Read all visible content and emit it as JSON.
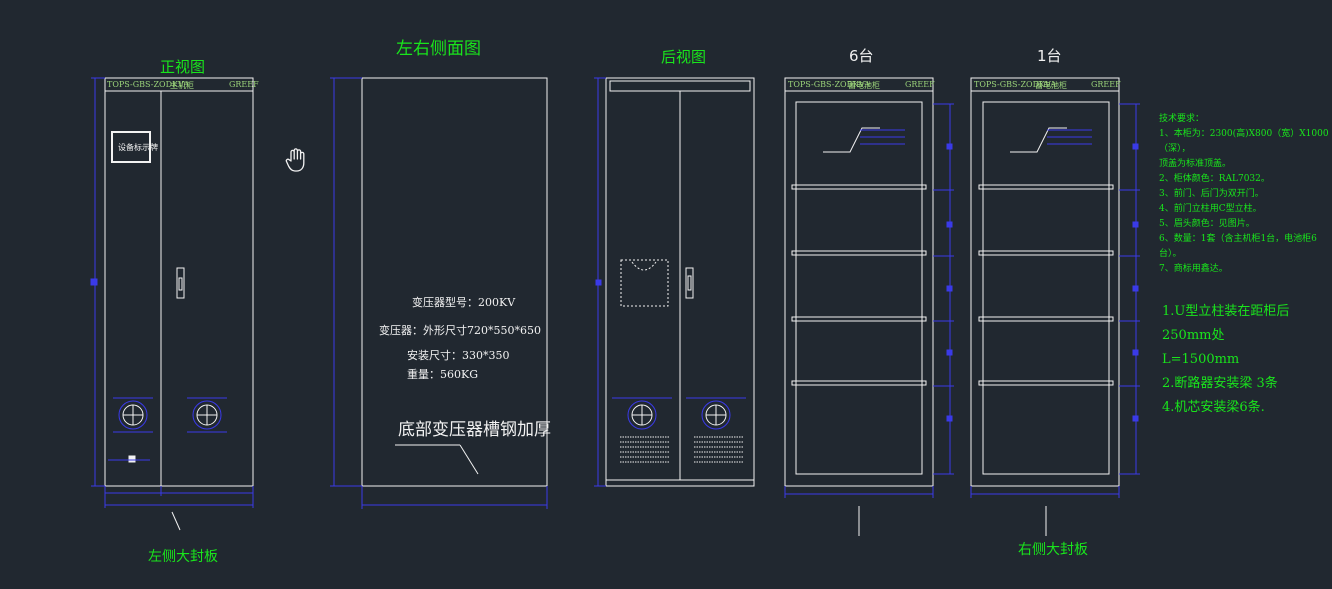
{
  "views": {
    "front": {
      "title": "正视图",
      "header_left": "TOPS-GBS-ZODKVA",
      "header_mid": "主机柜",
      "header_right": "GREEF",
      "panel_label": "设备标示牌"
    },
    "side": {
      "title": "左右侧面图",
      "text_lines": [
        "变压器型号：200KV",
        "变压器：外形尺寸720*550*650",
        "安装尺寸：330*350",
        "重量：560KG"
      ],
      "callout": "底部变压器槽钢加厚"
    },
    "rear": {
      "title": "后视图"
    },
    "six": {
      "title": "6台",
      "header_left": "TOPS-GBS-ZODKVA",
      "header_mid": "蓄电池柜",
      "header_right": "GREEF"
    },
    "one": {
      "title": "1台",
      "header_left": "TOPS-GBS-ZODKVA",
      "header_mid": "蓄电池柜",
      "header_right": "GREEF"
    }
  },
  "bottom_labels": {
    "left": "左侧大封板",
    "right": "右侧大封板"
  },
  "requirements": {
    "title": "技术要求：",
    "items": [
      "1、本柜为：2300(高)X800（宽）X1000（深），",
      "顶盖为标准顶盖。",
      "2、柜体颜色：RAL7032。",
      "3、前门、后门为双开门。",
      "4、前门立柱用C型立柱。",
      "5、眉头颜色：见图片。",
      "6、数量：1套（含主机柜1台，电池柜6台）。",
      "7、商标用鑫达。"
    ]
  },
  "notes": [
    "1.U型立柱装在距柜后250mm处",
    "L=1500mm",
    "2.断路器安装梁  3条",
    "4.机芯安装梁6条."
  ],
  "colors": {
    "background": "#212830",
    "outline": "#f2f2f2",
    "dimension": "#3a3ae8",
    "text": "#19e51c"
  },
  "icons": [
    "hand-cursor-icon"
  ]
}
